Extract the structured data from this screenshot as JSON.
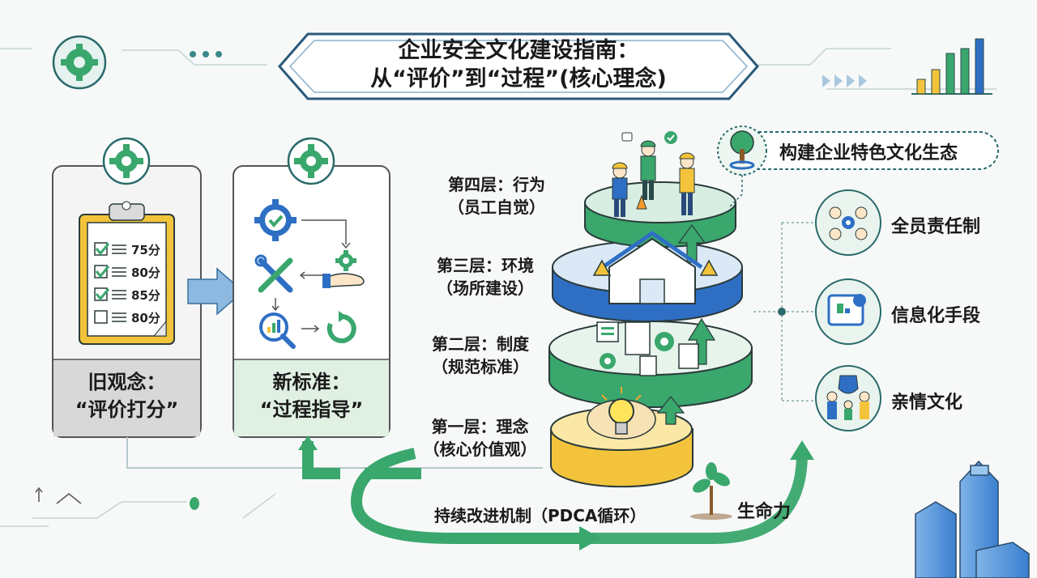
{
  "title": {
    "line1": "企业安全文化建设指南：",
    "line2": "从“评价”到“过程”(核心理念)"
  },
  "old_concept": {
    "label_line1": "旧观念：",
    "label_line2": "“评价打分”",
    "scores": [
      "75分",
      "80分",
      "85分",
      "80分"
    ],
    "checked": [
      true,
      true,
      true,
      false
    ]
  },
  "new_standard": {
    "label_line1": "新标准：",
    "label_line2": "“过程指导”"
  },
  "layers": [
    {
      "title": "第四层：行为",
      "sub": "（员工自觉）"
    },
    {
      "title": "第三层：环境",
      "sub": "（场所建设）"
    },
    {
      "title": "第二层：制度",
      "sub": "（规范标准）"
    },
    {
      "title": "第一层：理念",
      "sub": "（核心价值观）"
    }
  ],
  "ecosystem": {
    "label": "构建企业特色文化生态"
  },
  "pillars": [
    "全员责任制",
    "信息化手段",
    "亲情文化"
  ],
  "cycle": {
    "label": "持续改进机制（PDCA循环）",
    "vitality": "生命力"
  },
  "colors": {
    "green": "#3aa76d",
    "blue": "#2e6fc4",
    "yellow": "#f3c43b",
    "dark_teal": "#2a6a6a"
  }
}
